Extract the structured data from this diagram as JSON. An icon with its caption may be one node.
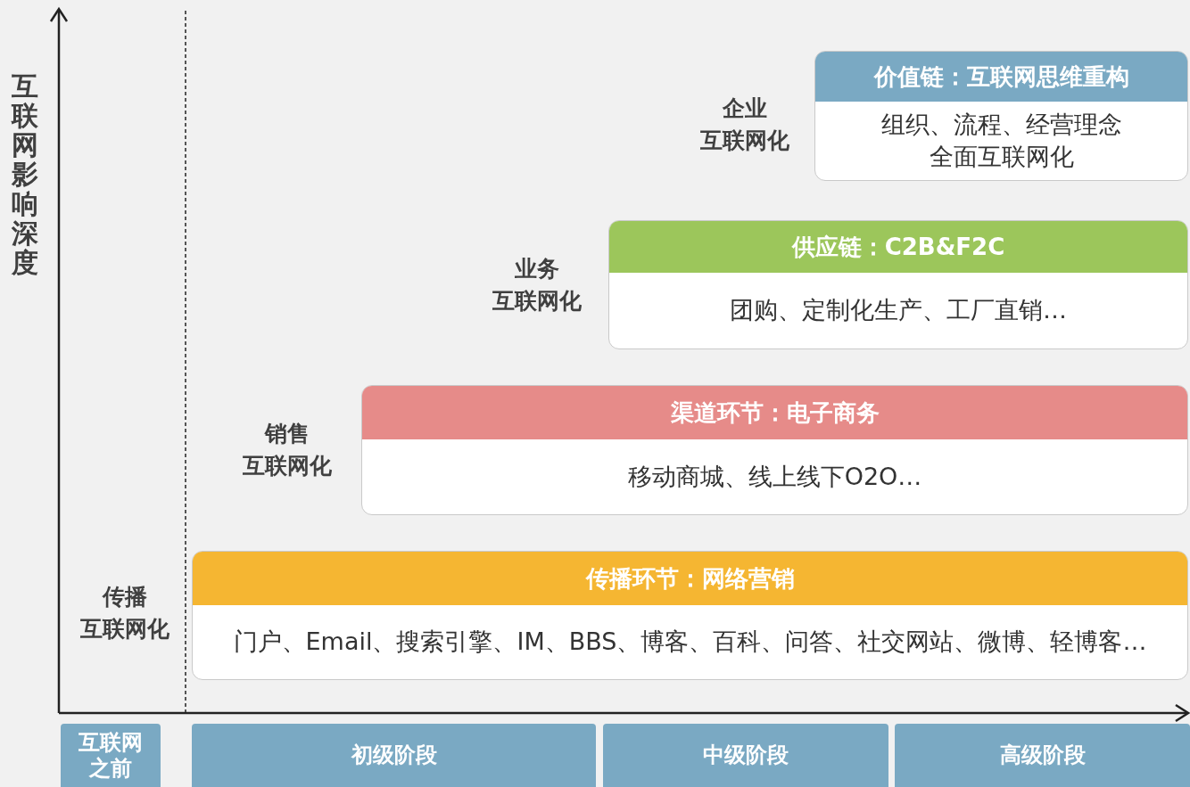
{
  "diagram": {
    "nodes": [
      {
        "text": [
          "价值链：互联网思维重构",
          "组织、流程、经营理念全面互联网化"
        ],
        "beside": [
          "企业互联网化"
        ]
      },
      {
        "text": [
          "供应链：C2B&F2C",
          "团购、定制化生产、工厂直销…"
        ],
        "beside": [
          "业务互联网化"
        ]
      },
      {
        "text": [
          "渠道环节：电子商务",
          "移动商城、线上线下O2O…"
        ],
        "beside": [
          "销售互联网化"
        ]
      },
      {
        "text": [
          "传播环节：网络营销",
          "门户、Email、搜索引擎、IM、BBS、博客、百科、问答、社交网站、微博、轻博客…"
        ],
        "beside": [
          "传播互联网化"
        ]
      },
      {
        "text": [
          "互联网之前"
        ]
      },
      {
        "text": [
          "初级阶段"
        ]
      },
      {
        "text": [
          "中级阶段"
        ]
      },
      {
        "text": [
          "高级阶段"
        ]
      }
    ],
    "edges": [],
    "labels": [
      "互联网影响深度"
    ]
  }
}
